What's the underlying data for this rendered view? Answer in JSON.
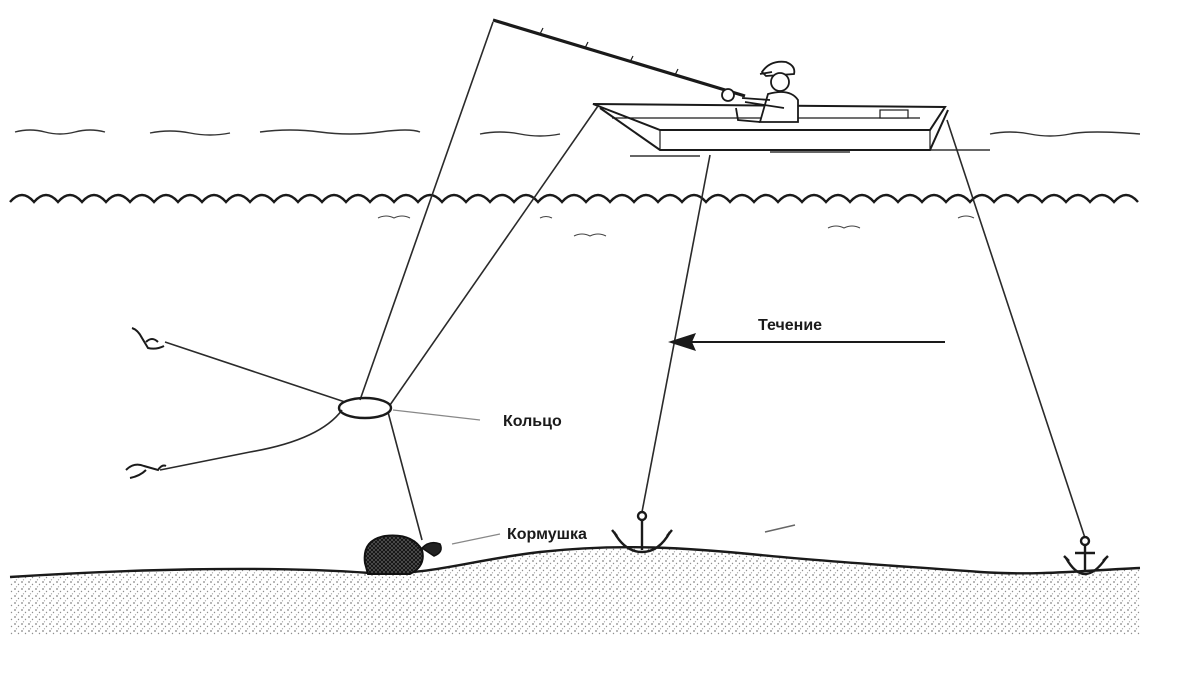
{
  "labels": {
    "current": "Течение",
    "ring": "Кольцо",
    "feeder": "Кормушка"
  },
  "icons": [
    "fisherman-icon",
    "boat-icon",
    "fishing-rod-icon",
    "anchor-icon",
    "ring-icon",
    "feeder-icon",
    "fish-hook-icon"
  ],
  "colors": {
    "ink": "#1a1a1a",
    "line": "#2a2a2a",
    "background": "#ffffff"
  }
}
